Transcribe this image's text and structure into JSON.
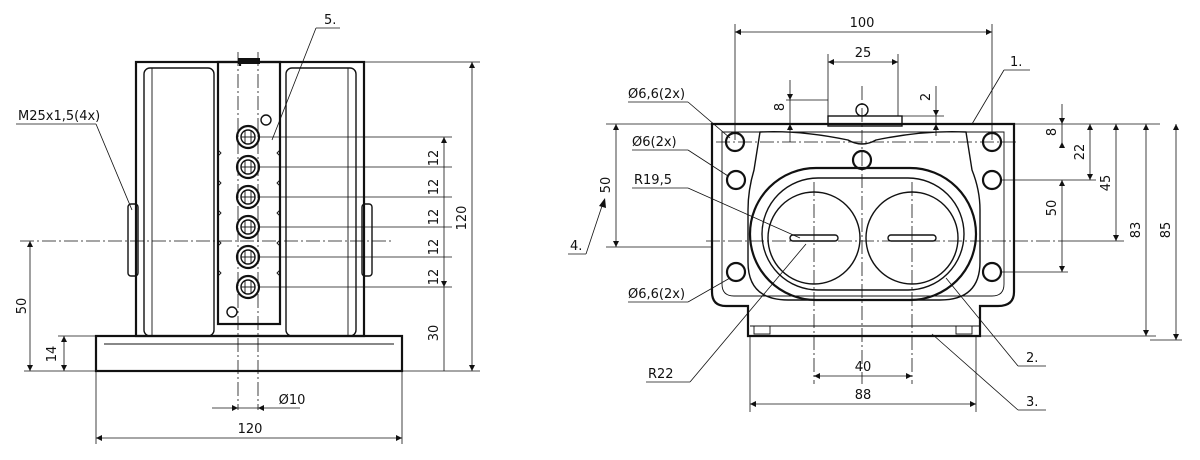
{
  "left_view": {
    "callout_thread": "M25x1,5(4x)",
    "callout_item": "5.",
    "dims": {
      "d12": "12",
      "d120_height": "120",
      "d30": "30",
      "d50": "50",
      "d14": "14",
      "d120_width": "120",
      "d10": "Ø10"
    }
  },
  "right_view": {
    "dims": {
      "d100": "100",
      "d25": "25",
      "d8_top": "8",
      "d2": "2",
      "d8_right": "8",
      "d22": "22",
      "d45": "45",
      "d50_right": "50",
      "d83": "83",
      "d85": "85",
      "d50_left": "50",
      "d40": "40",
      "d88": "88"
    },
    "callouts": {
      "hole_top": "Ø6,6(2x)",
      "hole_mid": "Ø6(2x)",
      "radius_inner": "R19,5",
      "hole_bottom": "Ø6,6(2x)",
      "radius_outer": "R22"
    },
    "items": {
      "item1": "1.",
      "item2": "2.",
      "item3": "3.",
      "item4": "4."
    }
  }
}
